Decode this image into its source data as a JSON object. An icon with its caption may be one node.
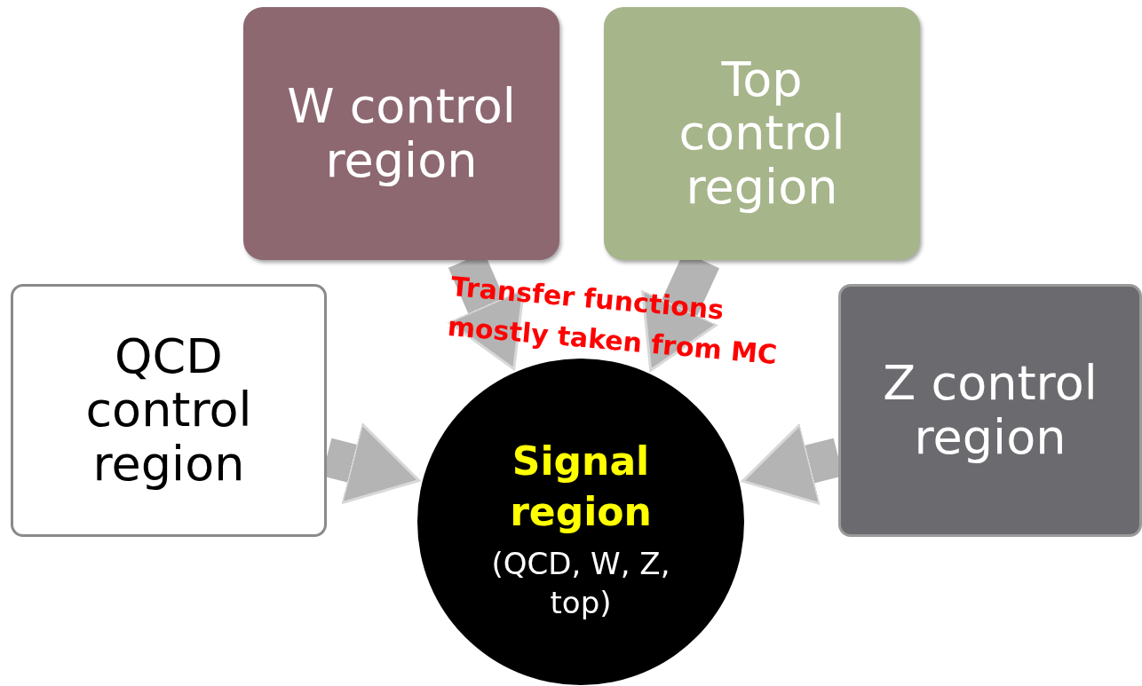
{
  "diagram": {
    "nodes": [
      {
        "text": [
          "W control region"
        ]
      },
      {
        "text": [
          "Top control region"
        ]
      },
      {
        "text": [
          "QCD control region"
        ]
      },
      {
        "text": [
          "Signal region",
          "(QCD, W, Z, top)"
        ]
      },
      {
        "text": [
          "Z control region"
        ]
      }
    ],
    "edges": [
      {
        "from": 0,
        "to": 3,
        "arrow": "to"
      },
      {
        "from": 1,
        "to": 3,
        "arrow": "to"
      },
      {
        "from": 2,
        "to": 3,
        "arrow": "to"
      },
      {
        "from": 4,
        "to": 3,
        "arrow": "to"
      }
    ],
    "labels": [
      "Transfer functions mostly taken from MC"
    ]
  }
}
